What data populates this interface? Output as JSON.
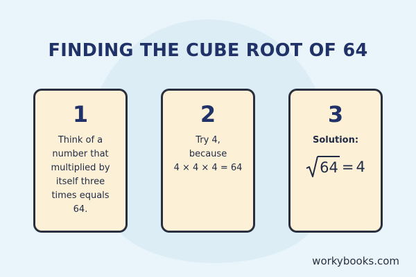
{
  "title": "FINDING THE CUBE ROOT OF 64",
  "cards": [
    {
      "number": "1",
      "lines": [
        "Think of a",
        "number that",
        "multiplied by",
        "itself three",
        "times equals",
        "64."
      ]
    },
    {
      "number": "2",
      "lines": [
        "Try 4,",
        "because",
        "4 × 4 × 4 = 64"
      ]
    },
    {
      "number": "3",
      "label": "Solution:",
      "radicand": "64",
      "equals": "=",
      "result": "4"
    }
  ],
  "footer": "workybooks.com",
  "colors": {
    "background": "#eaf5fb",
    "card": "#fcf0d6",
    "title": "#203268",
    "border": "#2a2f40"
  }
}
